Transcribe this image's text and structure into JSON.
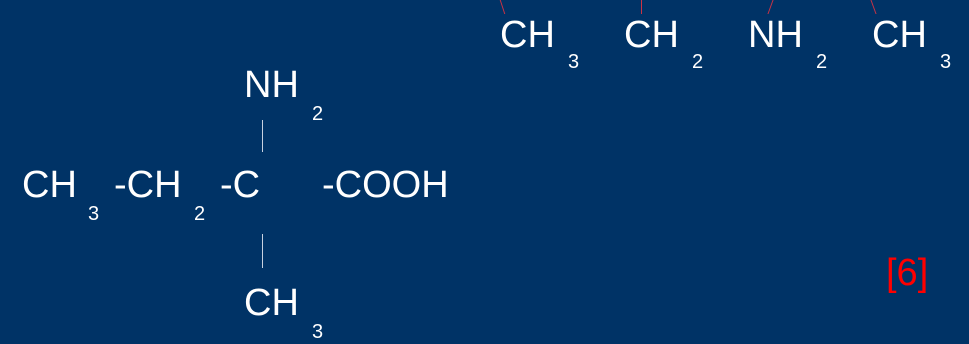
{
  "main_structure": {
    "nh": "NH",
    "nh_sub": "2",
    "ch3_left": "CH",
    "ch3_left_sub": "3",
    "ch2": "-CH",
    "ch2_sub": "2",
    "c": "-C",
    "cooh": "-COOH",
    "ch3_bottom": "CH",
    "ch3_bottom_sub": "3"
  },
  "top_fragments": [
    {
      "text": "CH",
      "sub": "3"
    },
    {
      "text": "CH",
      "sub": "2"
    },
    {
      "text": "NH",
      "sub": "2"
    },
    {
      "text": "CH",
      "sub": "3"
    }
  ],
  "reference_marker": "[6]",
  "colors": {
    "background": "#003366",
    "text": "#ffffff",
    "marker": "#ff0000",
    "bond": "#c8d2e0",
    "fragment_tick": "#cc3344"
  }
}
